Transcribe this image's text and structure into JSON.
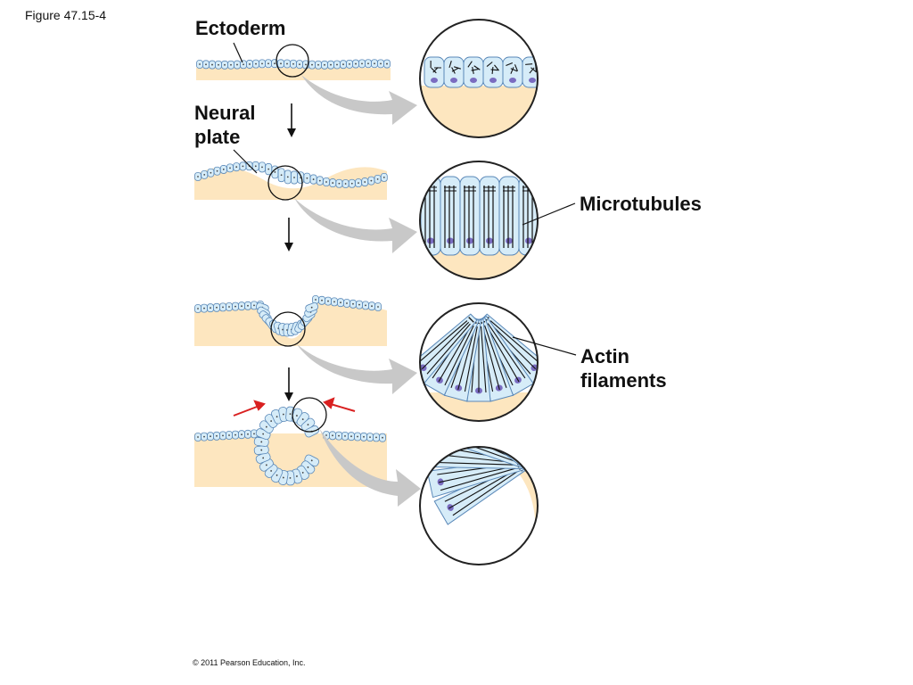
{
  "figure": {
    "label": "Figure 47.15-4",
    "copyright": "© 2011 Pearson Education, Inc."
  },
  "labels": {
    "ectoderm": "Ectoderm",
    "neural_plate_line1": "Neural",
    "neural_plate_line2": "plate",
    "microtubules": "Microtubules",
    "actin_line1": "Actin",
    "actin_line2": "filaments"
  },
  "colors": {
    "tissue": "#fde6bf",
    "cell_fill": "#d6ecf8",
    "cell_stroke": "#5a88b8",
    "nucleus": "#7a6cc0",
    "gray_arrow": "#c8c8c8",
    "red_arrow": "#d92020",
    "line": "#111111"
  }
}
